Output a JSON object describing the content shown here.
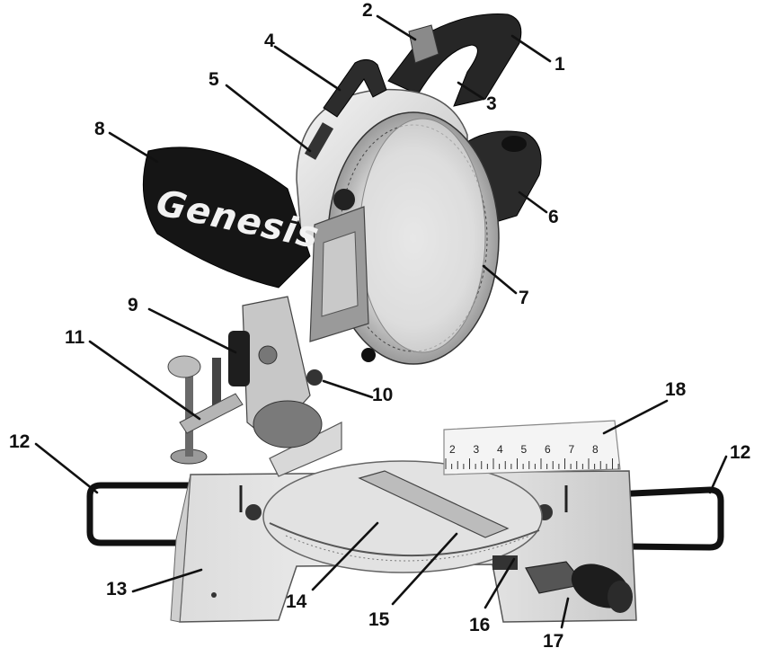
{
  "diagram": {
    "brand_text": "Genesis",
    "ruler_numbers": [
      "2",
      "3",
      "4",
      "5",
      "6",
      "7",
      "8"
    ],
    "callouts": [
      "1",
      "2",
      "3",
      "4",
      "5",
      "6",
      "7",
      "8",
      "9",
      "10",
      "11",
      "12",
      "12",
      "13",
      "14",
      "15",
      "16",
      "17",
      "18"
    ]
  }
}
